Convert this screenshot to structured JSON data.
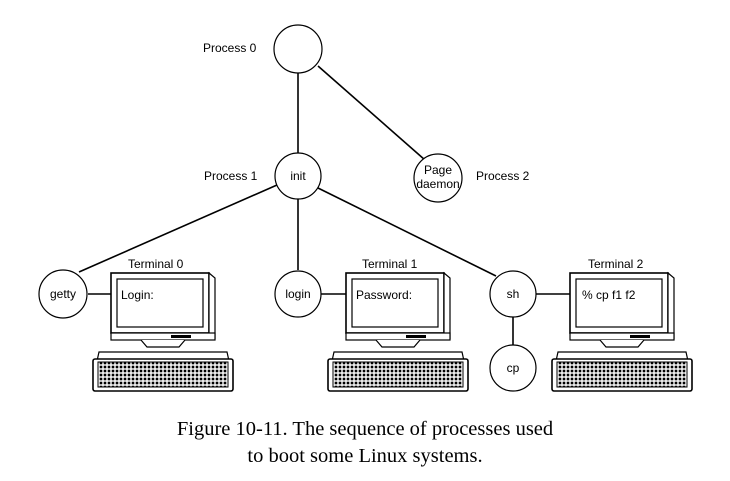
{
  "processes": {
    "p0": {
      "label": "Process 0"
    },
    "p1": {
      "label": "Process 1",
      "name": "init"
    },
    "p2": {
      "label": "Process 2",
      "name_line1": "Page",
      "name_line2": "daemon"
    },
    "getty": {
      "name": "getty"
    },
    "login": {
      "name": "login"
    },
    "sh": {
      "name": "sh"
    },
    "cp": {
      "name": "cp"
    }
  },
  "terminals": [
    {
      "title": "Terminal 0",
      "screen_text": "Login:"
    },
    {
      "title": "Terminal 1",
      "screen_text": "Password:"
    },
    {
      "title": "Terminal 2",
      "screen_text": "% cp f1 f2"
    }
  ],
  "caption": {
    "line1": "Figure 10-11. The sequence of processes used",
    "line2": "to boot some Linux systems."
  }
}
